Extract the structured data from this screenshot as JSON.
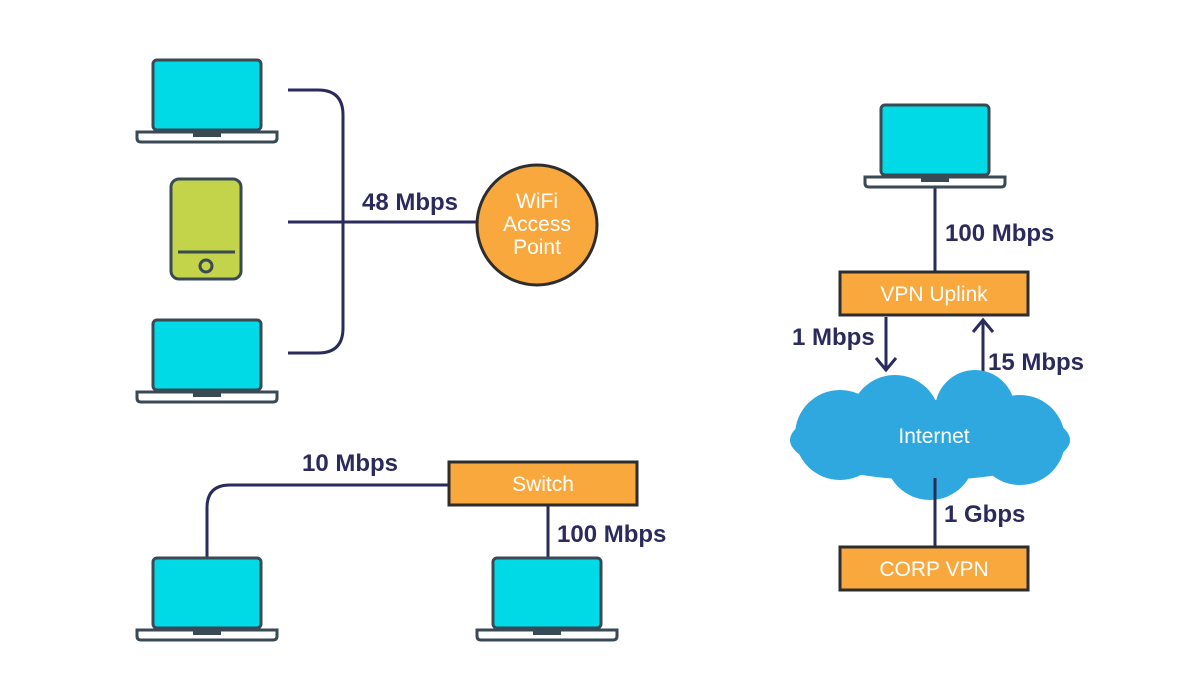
{
  "diagram": {
    "wifi_group": {
      "link_speed": "48 Mbps",
      "access_point_lines": [
        "WiFi",
        "Access",
        "Point"
      ],
      "devices": [
        "laptop-icon",
        "phone-icon",
        "laptop-icon"
      ]
    },
    "switch_group": {
      "switch_label": "Switch",
      "left_link_speed": "10 Mbps",
      "right_link_speed": "100 Mbps"
    },
    "vpn_group": {
      "laptop_link_speed": "100 Mbps",
      "uplink_label": "VPN Uplink",
      "down_speed": "1 Mbps",
      "up_speed": "15 Mbps",
      "internet_label": "Internet",
      "corp_link_speed": "1 Gbps",
      "corp_label": "CORP VPN"
    },
    "colors": {
      "line": "#2a2a5c",
      "screen": "#00d9e6",
      "device_outline": "#3a4a55",
      "phone": "#c3d44a",
      "box": "#f9a83e",
      "cloud": "#2ea8de"
    }
  }
}
